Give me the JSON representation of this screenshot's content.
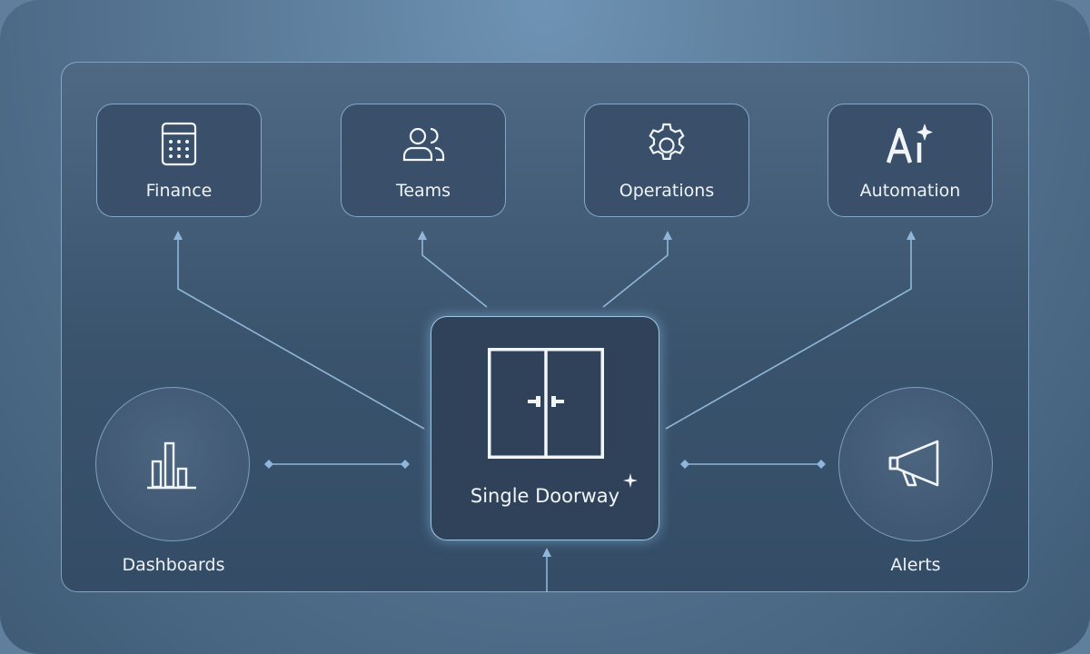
{
  "modules": {
    "finance": {
      "label": "Finance",
      "icon": "calculator-icon"
    },
    "teams": {
      "label": "Teams",
      "icon": "users-icon"
    },
    "operations": {
      "label": "Operations",
      "icon": "gear-icon"
    },
    "automation": {
      "label": "Automation",
      "icon": "ai-sparkle-icon"
    }
  },
  "center": {
    "label": "Single Doorway",
    "icon": "double-door-icon"
  },
  "side": {
    "dashboards": {
      "label": "Dashboards",
      "icon": "bar-chart-icon"
    },
    "alerts": {
      "label": "Alerts",
      "icon": "megaphone-icon"
    }
  },
  "colors": {
    "connector": "#8fb6d8",
    "panel_border": "#96bee1",
    "center_glow": "#8cc8f0",
    "text": "#f2f5f8"
  }
}
